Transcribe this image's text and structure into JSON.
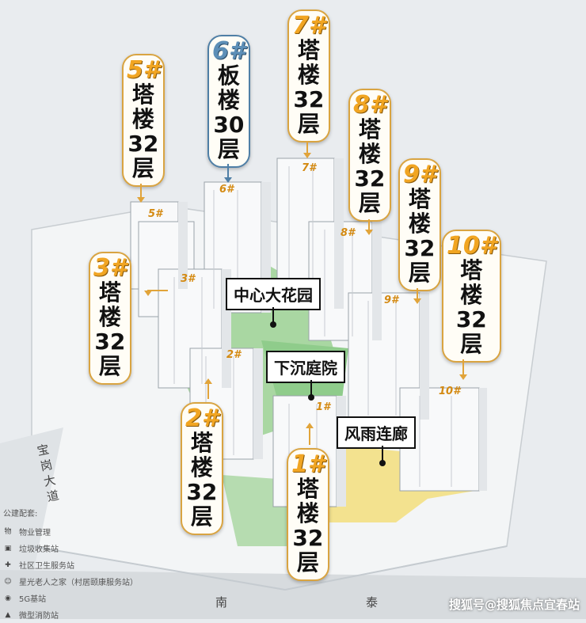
{
  "buildings": [
    {
      "id": "b5",
      "num": "5#",
      "type": "塔",
      "unit": "楼",
      "floors": "32",
      "suffix": "层"
    },
    {
      "id": "b6",
      "num": "6#",
      "type": "板",
      "unit": "楼",
      "floors": "30",
      "suffix": "层"
    },
    {
      "id": "b7",
      "num": "7#",
      "type": "塔",
      "unit": "楼",
      "floors": "32",
      "suffix": "层"
    },
    {
      "id": "b8",
      "num": "8#",
      "type": "塔",
      "unit": "楼",
      "floors": "32",
      "suffix": "层"
    },
    {
      "id": "b9",
      "num": "9#",
      "type": "塔",
      "unit": "楼",
      "floors": "32",
      "suffix": "层"
    },
    {
      "id": "b10",
      "num": "10#",
      "type": "塔",
      "unit": "楼",
      "floors": "32",
      "suffix": "层"
    },
    {
      "id": "b3",
      "num": "3#",
      "type": "塔",
      "unit": "楼",
      "floors": "32",
      "suffix": "层"
    },
    {
      "id": "b2",
      "num": "2#",
      "type": "塔",
      "unit": "楼",
      "floors": "32",
      "suffix": "层"
    },
    {
      "id": "b1",
      "num": "1#",
      "type": "塔",
      "unit": "楼",
      "floors": "32",
      "suffix": "层"
    }
  ],
  "areas": {
    "central_garden": "中心大花园",
    "sunken_courtyard": "下沉庭院",
    "covered_corridor": "风雨连廊"
  },
  "tower_marks": [
    "5#",
    "6#",
    "7#",
    "8#",
    "3#",
    "9#",
    "2#",
    "1#",
    "10#"
  ],
  "legend": {
    "title": "公建配套:",
    "items": [
      {
        "icon": "物",
        "label": "物业管理"
      },
      {
        "icon": "▣",
        "label": "垃圾收集站"
      },
      {
        "icon": "✚",
        "label": "社区卫生服务站"
      },
      {
        "icon": "☺",
        "label": "星光老人之家（村居颐康服务站）"
      },
      {
        "icon": "◉",
        "label": "5G基站"
      },
      {
        "icon": "▲",
        "label": "微型消防站"
      }
    ]
  },
  "roads": {
    "west": "宝 岗 大 道",
    "south_a": "南",
    "south_b": "泰"
  },
  "watermark": "搜狐号@搜狐焦点宜春站",
  "colors": {
    "accent": "#f1a522",
    "slab": "#5d8fb7",
    "garden": "#9fd29a",
    "plaza": "#f4e28e"
  }
}
